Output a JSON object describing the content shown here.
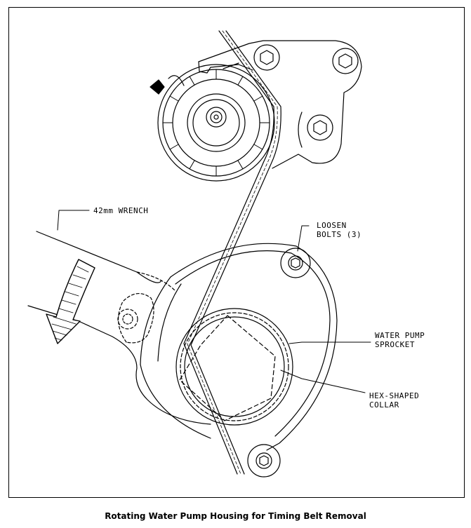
{
  "caption": "Rotating Water Pump Housing for Timing Belt Removal",
  "labels": {
    "wrench": "42mm WRENCH",
    "loosen_line1": "LOOSEN",
    "loosen_line2": "BOLTS (3)",
    "sprocket_line1": "WATER PUMP",
    "sprocket_line2": "SPROCKET",
    "collar_line1": "HEX-SHAPED",
    "collar_line2": "COLLAR"
  }
}
